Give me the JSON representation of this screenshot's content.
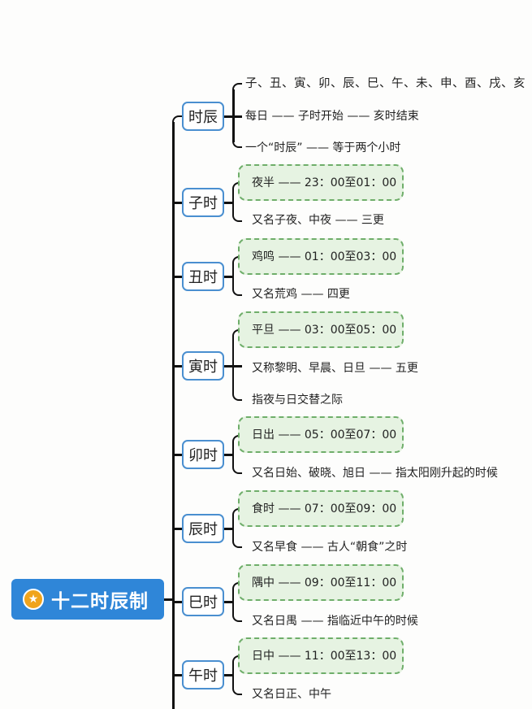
{
  "root": {
    "title": "十二时辰制",
    "icon": "star-icon",
    "colors": {
      "fill": "#2f86d8",
      "icon": "#f0a41c"
    }
  },
  "branches": [
    {
      "label": "时辰",
      "leaves": [
        {
          "text": "子、丑、寅、卯、辰、巳、午、未、申、酉、戌、亥",
          "highlight": false
        },
        {
          "text": "每日 —— 子时开始 —— 亥时结束",
          "highlight": false
        },
        {
          "text": "一个“时辰” —— 等于两个小时",
          "highlight": false
        }
      ]
    },
    {
      "label": "子时",
      "leaves": [
        {
          "text": "夜半 —— 23：00至01：00",
          "highlight": true
        },
        {
          "text": "又名子夜、中夜 —— 三更",
          "highlight": false
        }
      ]
    },
    {
      "label": "丑时",
      "leaves": [
        {
          "text": "鸡鸣 —— 01：00至03：00",
          "highlight": true
        },
        {
          "text": "又名荒鸡 —— 四更",
          "highlight": false
        }
      ]
    },
    {
      "label": "寅时",
      "leaves": [
        {
          "text": "平旦 —— 03：00至05：00",
          "highlight": true
        },
        {
          "text": "又称黎明、早晨、日旦 —— 五更",
          "highlight": false
        },
        {
          "text": "指夜与日交替之际",
          "highlight": false
        }
      ]
    },
    {
      "label": "卯时",
      "leaves": [
        {
          "text": "日出 —— 05：00至07：00",
          "highlight": true
        },
        {
          "text": "又名日始、破晓、旭日 —— 指太阳刚升起的时候",
          "highlight": false
        }
      ]
    },
    {
      "label": "辰时",
      "leaves": [
        {
          "text": "食时 —— 07：00至09：00",
          "highlight": true
        },
        {
          "text": "又名早食 —— 古人“朝食”之时",
          "highlight": false
        }
      ]
    },
    {
      "label": "巳时",
      "leaves": [
        {
          "text": "隅中 —— 09：00至11：00",
          "highlight": true
        },
        {
          "text": "又名日禺 —— 指临近中午的时候",
          "highlight": false
        }
      ]
    },
    {
      "label": "午时",
      "leaves": [
        {
          "text": "日中 —— 11：00至13：00",
          "highlight": true
        },
        {
          "text": "又名日正、中午",
          "highlight": false
        }
      ]
    }
  ],
  "style": {
    "node_border": "#4a8fd0",
    "highlight_border": "#6fae6a",
    "highlight_fill": "#e6f3e2",
    "line_color": "#111111"
  }
}
